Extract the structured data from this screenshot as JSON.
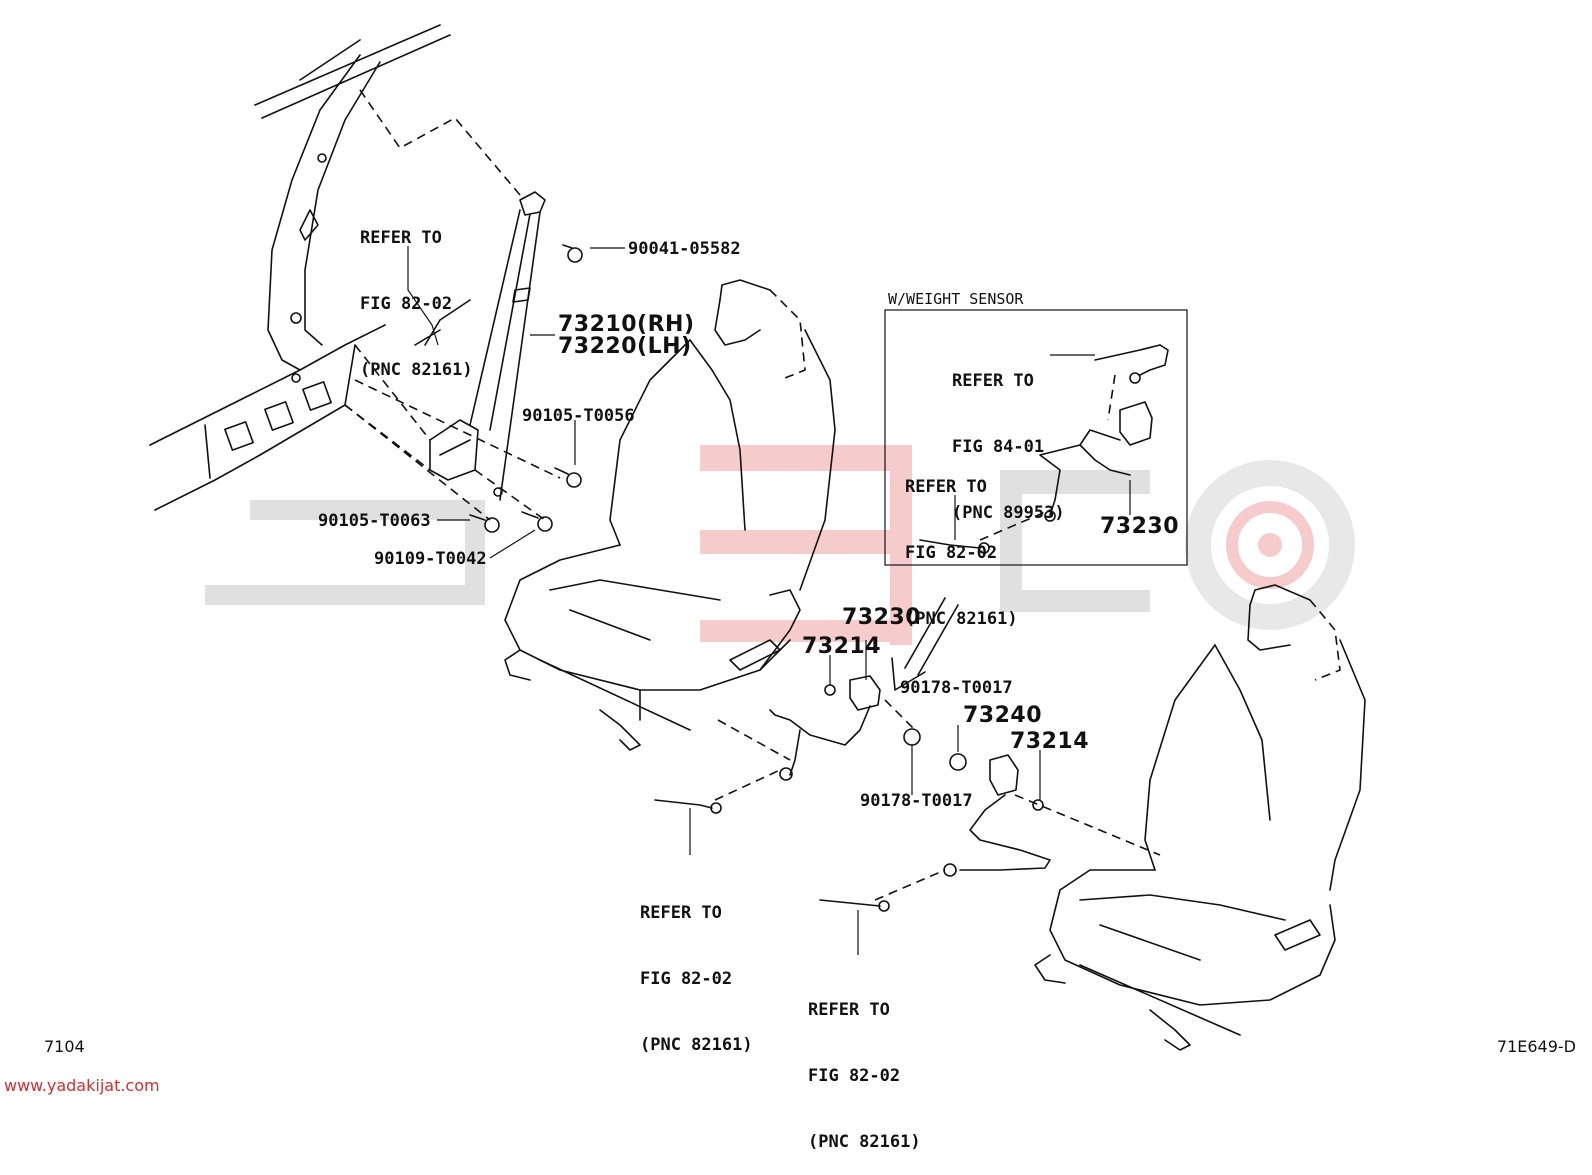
{
  "diagram": {
    "figure_code": "7104",
    "illustration_id": "71E649-D",
    "website": "www.yadakijat.com",
    "weight_sensor_box_title": "W/WEIGHT SENSOR",
    "part_labels": {
      "p90041": "90041-05582",
      "p73210": "73210(RH)",
      "p73220": "73220(LH)",
      "p90105_56": "90105-T0056",
      "p90105_63": "90105-T0063",
      "p90109": "90109-T0042",
      "p73230_main": "73230",
      "p73214_a": "73214",
      "p90178_a": "90178-T0017",
      "p73240": "73240",
      "p73214_b": "73214",
      "p90178_b": "90178-T0017",
      "p73230_box": "73230"
    },
    "refs": {
      "ref_pillar": {
        "l1": "REFER TO",
        "l2": "FIG 82-02",
        "l3": "(PNC 82161)"
      },
      "ref_box_top": {
        "l1": "REFER TO",
        "l2": "FIG 84-01",
        "l3": "(PNC 89953)"
      },
      "ref_box_mid": {
        "l1": "REFER TO",
        "l2": "FIG 82-02",
        "l3": "(PNC 82161)"
      },
      "ref_bottom_left": {
        "l1": "REFER TO",
        "l2": "FIG 82-02",
        "l3": "(PNC 82161)"
      },
      "ref_bottom_mid": {
        "l1": "REFER TO",
        "l2": "FIG 82-02",
        "l3": "(PNC 82161)"
      }
    },
    "colors": {
      "line": "#111111",
      "watermark_grey": "#e0e0e0",
      "watermark_red": "#f6cbcb",
      "link_red": "#d32f2f"
    }
  }
}
